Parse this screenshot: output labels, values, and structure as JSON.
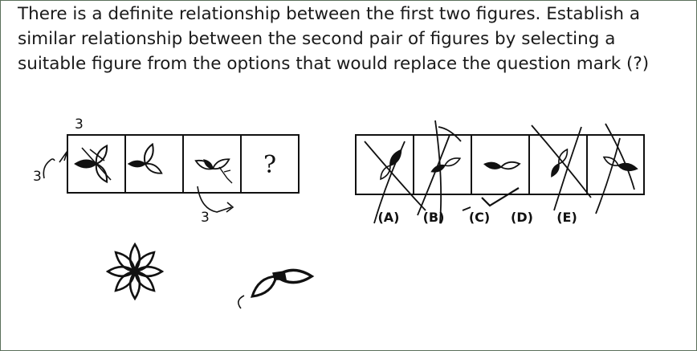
{
  "question": {
    "lines": [
      "There is a definite relationship between the first two figures. Establish a",
      "similar relationship between the second pair of figures by selecting a",
      "suitable figure from the options that would replace the question mark (?)"
    ]
  },
  "problem_figures": {
    "unknown_mark": "?"
  },
  "answer_figures": {
    "labels": [
      "(A)",
      "(B)",
      "(C)",
      "(D)",
      "(E)"
    ]
  },
  "annotations": {
    "count_top": "3",
    "count_left": "3",
    "count_bottom": "3",
    "selected_option": "(C)"
  }
}
